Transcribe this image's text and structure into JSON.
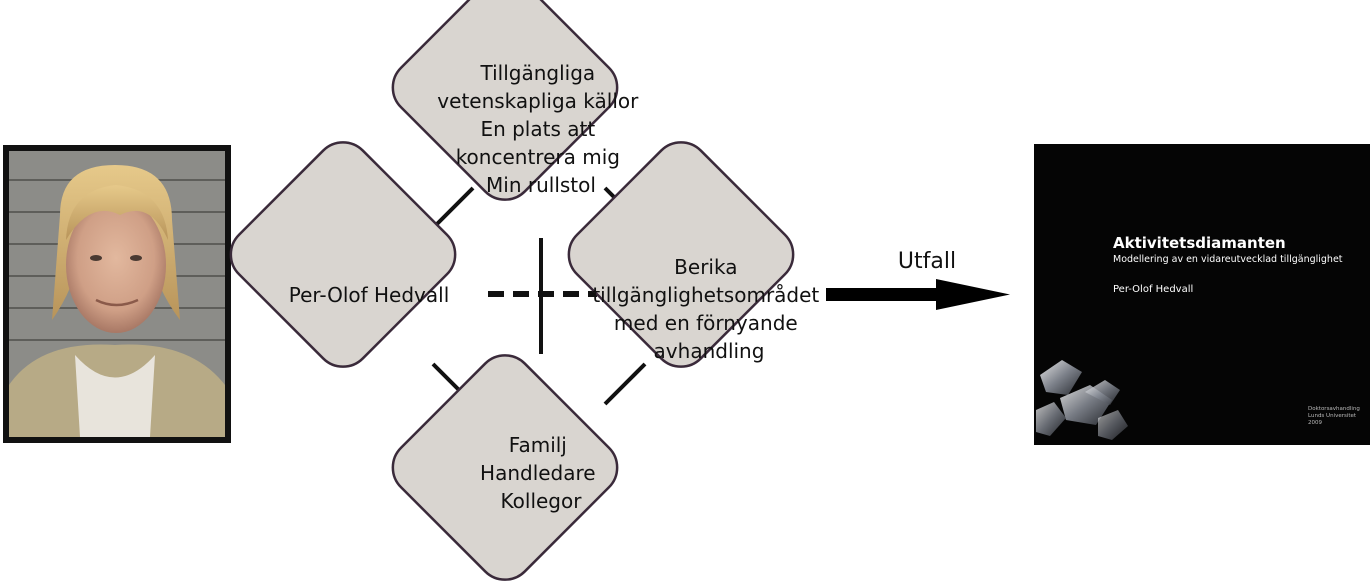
{
  "nodes": {
    "top": [
      "Tillgängliga",
      "vetenskapliga källor",
      "En plats att",
      "koncentrera mig",
      "Min rullstol"
    ],
    "left": [
      "Per-Olof Hedvall"
    ],
    "right": [
      "Berika",
      "tillgänglighetsområdet",
      "med en förnyande",
      "avhandling"
    ],
    "bottom": [
      "Familj",
      "Handledare",
      "Kollegor"
    ]
  },
  "arrow_label": "Utfall",
  "slide": {
    "title": "Aktivitetsdiamanten",
    "subtitle": "Modellering av en vidareutvecklad tillgänglighet",
    "author": "Per-Olof Hedvall",
    "footer": [
      "Doktorsavhandling",
      "Lunds Universitet",
      "2009"
    ]
  },
  "colors": {
    "node_fill": "#d9d5d0",
    "node_stroke": "#3a2a3a",
    "line": "#111111",
    "slide_bg": "#050505"
  }
}
